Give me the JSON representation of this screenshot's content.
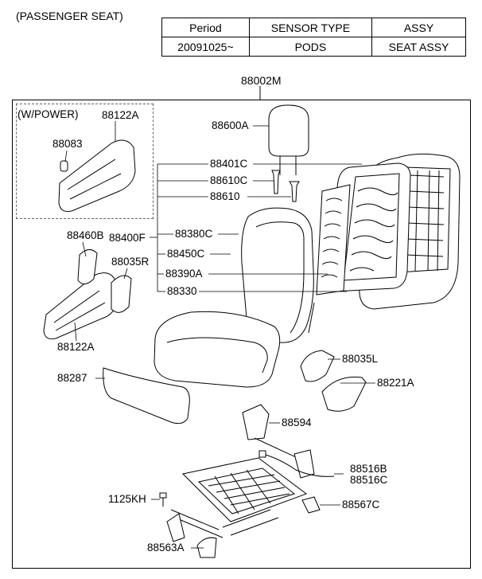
{
  "title": "(PASSENGER SEAT)",
  "spec_table": {
    "headers": [
      "Period",
      "SENSOR TYPE",
      "ASSY"
    ],
    "row": [
      "20091025~",
      "PODS",
      "SEAT ASSY"
    ]
  },
  "assembly_number": "88002M",
  "power_group_label": "(W/POWER)",
  "parts": {
    "p88122A_top": "88122A",
    "p88083": "88083",
    "p88600A": "88600A",
    "p88401C": "88401C",
    "p88610C": "88610C",
    "p88610": "88610",
    "p88460B": "88460B",
    "p88400F": "88400F",
    "p88380C": "88380C",
    "p88035R": "88035R",
    "p88450C": "88450C",
    "p88390A": "88390A",
    "p88330": "88330",
    "p88122A_bottom": "88122A",
    "p88035L": "88035L",
    "p88287": "88287",
    "p88221A": "88221A",
    "p88594": "88594",
    "p88516B": "88516B",
    "p88516C": "88516C",
    "p1125KH": "1125KH",
    "p88567C": "88567C",
    "p88563A": "88563A"
  }
}
